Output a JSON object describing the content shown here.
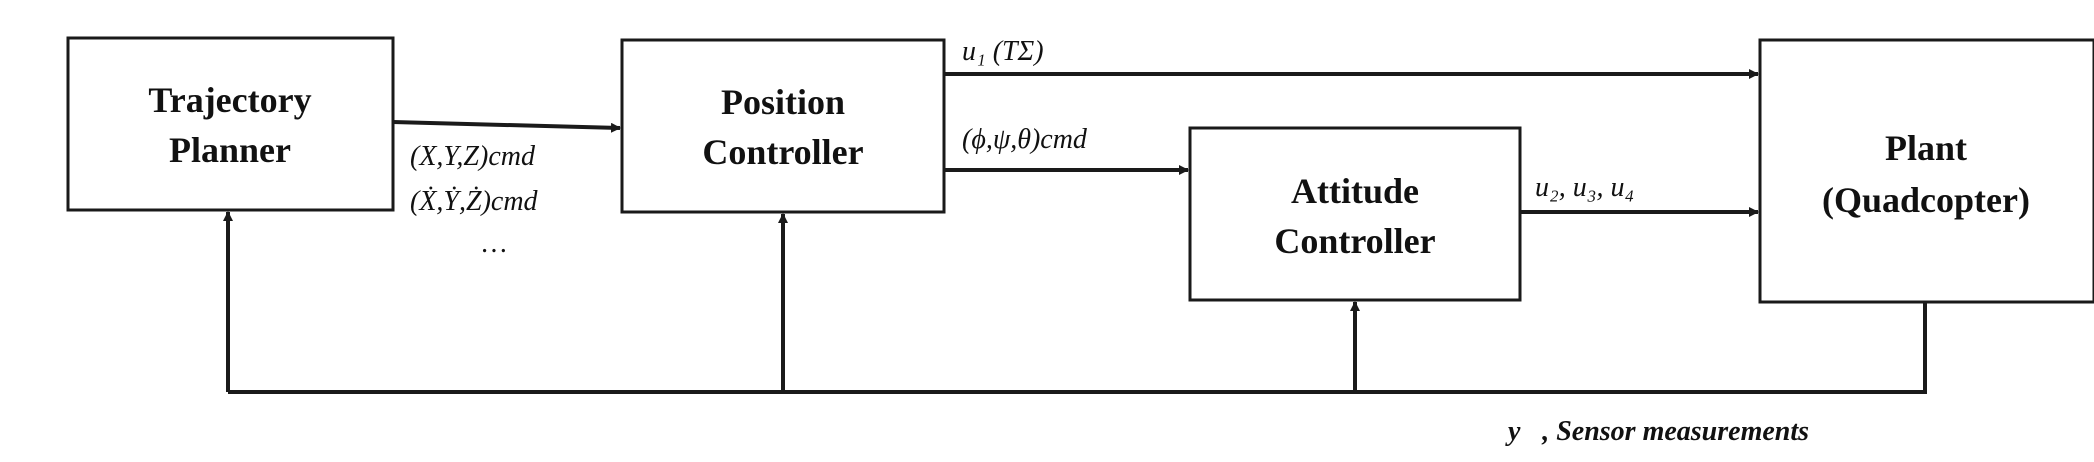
{
  "blocks": {
    "trajectory_planner": {
      "line1": "Trajectory",
      "line2": "Planner"
    },
    "position_controller": {
      "line1": "Position",
      "line2": "Controller"
    },
    "attitude_controller": {
      "line1": "Attitude",
      "line2": "Controller"
    },
    "plant": {
      "line1": "Plant",
      "line2": "(Quadcopter)"
    }
  },
  "signals": {
    "thrust": "u₁ (TΣ)",
    "position_cmd": "(X,Y,Z)cmd",
    "velocity_cmd": "(Ẋ,Ẏ,Ż)cmd",
    "ellipsis": "…",
    "attitude_cmd": "(ϕ,ψ,θ)cmd",
    "attitude_inputs": "u₂, u₃, u₄",
    "sensor": "y⃗, Sensor measurements"
  }
}
